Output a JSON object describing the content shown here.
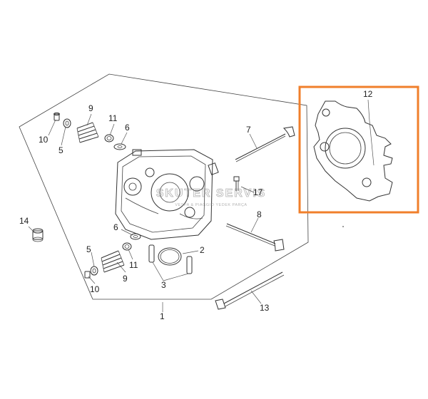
{
  "diagram": {
    "labels": [
      {
        "id": "p1",
        "text": "1"
      },
      {
        "id": "p2",
        "text": "2"
      },
      {
        "id": "p3",
        "text": "3"
      },
      {
        "id": "p5a",
        "text": "5"
      },
      {
        "id": "p5b",
        "text": "5"
      },
      {
        "id": "p6a",
        "text": "6"
      },
      {
        "id": "p6b",
        "text": "6"
      },
      {
        "id": "p7",
        "text": "7"
      },
      {
        "id": "p8",
        "text": "8"
      },
      {
        "id": "p9a",
        "text": "9"
      },
      {
        "id": "p9b",
        "text": "9"
      },
      {
        "id": "p10a",
        "text": "10"
      },
      {
        "id": "p10b",
        "text": "10"
      },
      {
        "id": "p11a",
        "text": "11"
      },
      {
        "id": "p11b",
        "text": "11"
      },
      {
        "id": "p12",
        "text": "12"
      },
      {
        "id": "p13",
        "text": "13"
      },
      {
        "id": "p14",
        "text": "14"
      },
      {
        "id": "p17",
        "text": "17"
      }
    ],
    "watermark": {
      "title": "SKUTER SERVIS",
      "subtitle": "VESPA & PIAGGIO YEDEK PARÇA"
    },
    "highlight_color": "#f07f2b"
  }
}
